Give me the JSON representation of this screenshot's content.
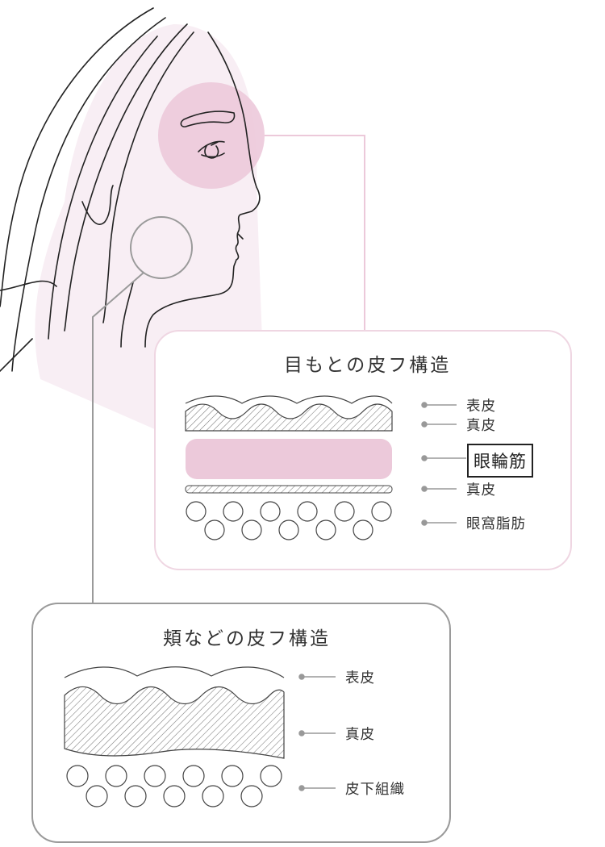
{
  "eye_panel": {
    "title": "目もとの皮フ構造",
    "layers": [
      "表皮",
      "真皮",
      "眼輪筋",
      "真皮",
      "眼窩脂肪"
    ]
  },
  "cheek_panel": {
    "title": "頬などの皮フ構造",
    "layers": [
      "表皮",
      "真皮",
      "皮下組織"
    ]
  },
  "colors": {
    "accent_pink": "#ecc9da",
    "face_tint": "#f8eef4",
    "panel_border_pink": "#efd6e2",
    "panel_border_gray": "#9a9a9a",
    "line": "#222222",
    "hatch": "#777777"
  }
}
